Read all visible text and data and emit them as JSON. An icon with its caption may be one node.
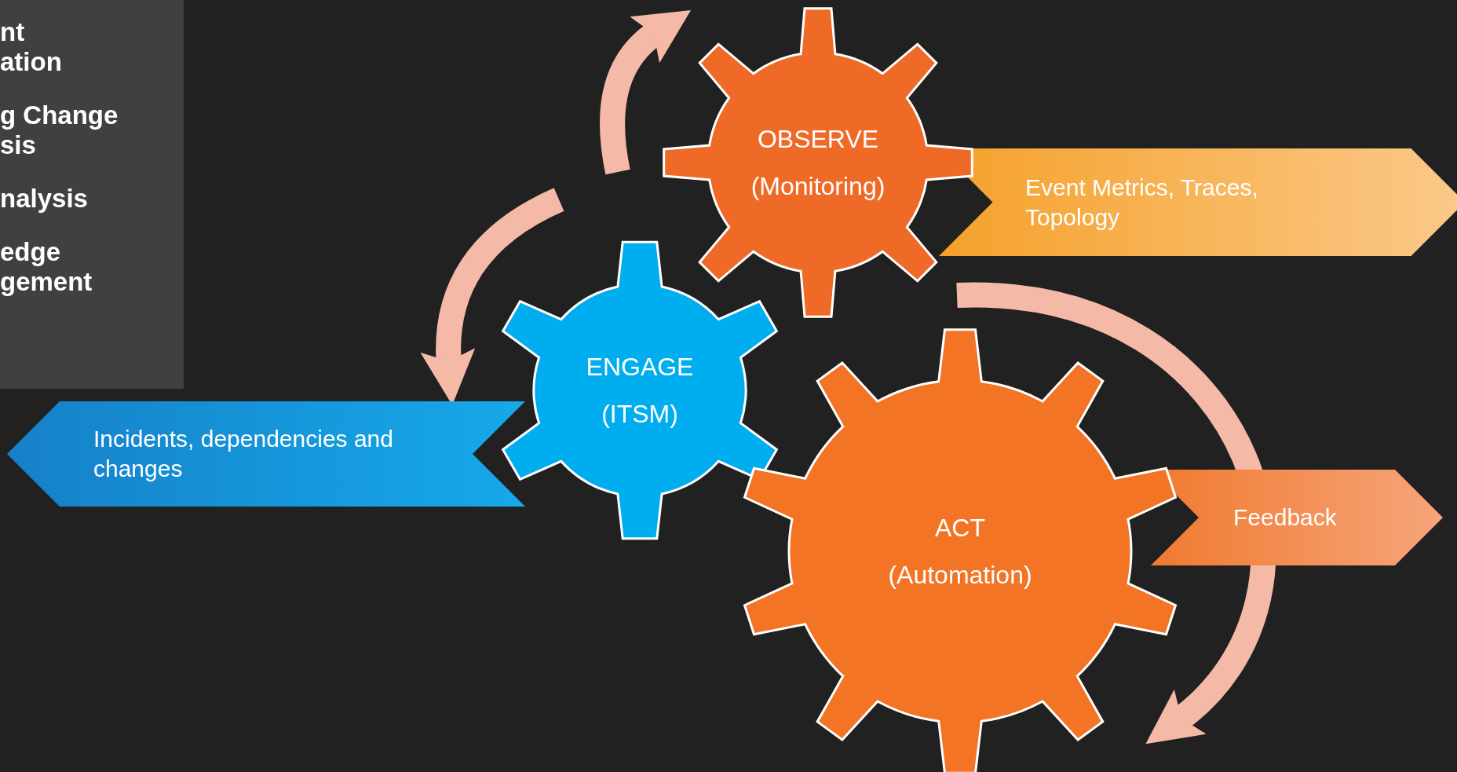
{
  "diagram": {
    "nodes": [
      {
        "text": [
          "nt ation",
          "g Change sis",
          "nalysis",
          "edge gement"
        ]
      },
      {
        "text": [
          "OBSERVE",
          "(Monitoring)"
        ]
      },
      {
        "text": [
          "Event Metrics, Traces, Topology"
        ]
      },
      {
        "text": [
          "ENGAGE",
          "(ITSM)"
        ]
      },
      {
        "text": [
          "Incidents, dependencies and changes"
        ]
      },
      {
        "text": [
          "ACT",
          "(Automation)"
        ]
      },
      {
        "text": [
          "Feedback"
        ]
      }
    ]
  }
}
